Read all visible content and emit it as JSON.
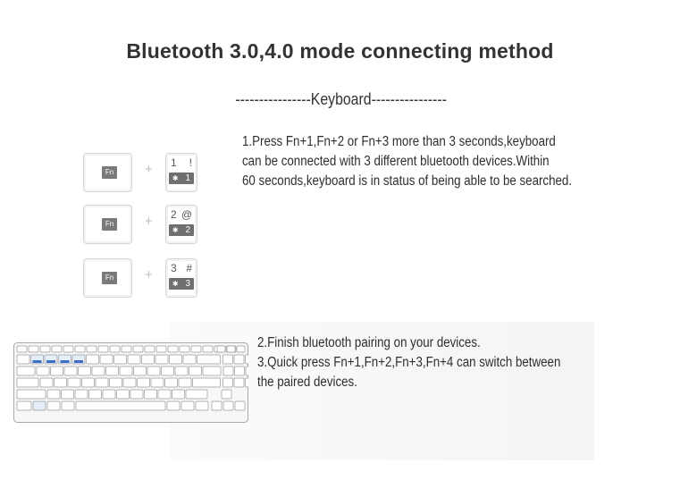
{
  "title": "Bluetooth 3.0,4.0 mode connecting method",
  "subheading": "----------------Keyboard----------------",
  "step1": [
    "1.Press Fn+1,Fn+2 or Fn+3 more than 3 seconds,keyboard",
    "can be connected with 3 different bluetooth devices.Within",
    "60 seconds,keyboard is in status of being able to be searched."
  ],
  "step2_3": [
    "2.Finish bluetooth pairing on your devices.",
    "3.Quick press Fn+1,Fn+2,Fn+3,Fn+4 can switch between",
    "the paired devices."
  ],
  "key_combos": [
    {
      "fn_label": "Fn",
      "plus": "+",
      "num_main": "1",
      "num_symbol": "!",
      "bt_icon": "bluetooth-icon",
      "num_bottom": "1"
    },
    {
      "fn_label": "Fn",
      "plus": "+",
      "num_main": "2",
      "num_symbol": "@",
      "bt_icon": "bluetooth-icon",
      "num_bottom": "2"
    },
    {
      "fn_label": "Fn",
      "plus": "+",
      "num_main": "3",
      "num_symbol": "#",
      "bt_icon": "bluetooth-icon",
      "num_bottom": "3"
    }
  ],
  "keyboard_illustration": "keyboard-icon",
  "colors": {
    "title": "#333333",
    "key_dark": "#6f6f6f",
    "highlight_keys": "#3b6fc7"
  }
}
